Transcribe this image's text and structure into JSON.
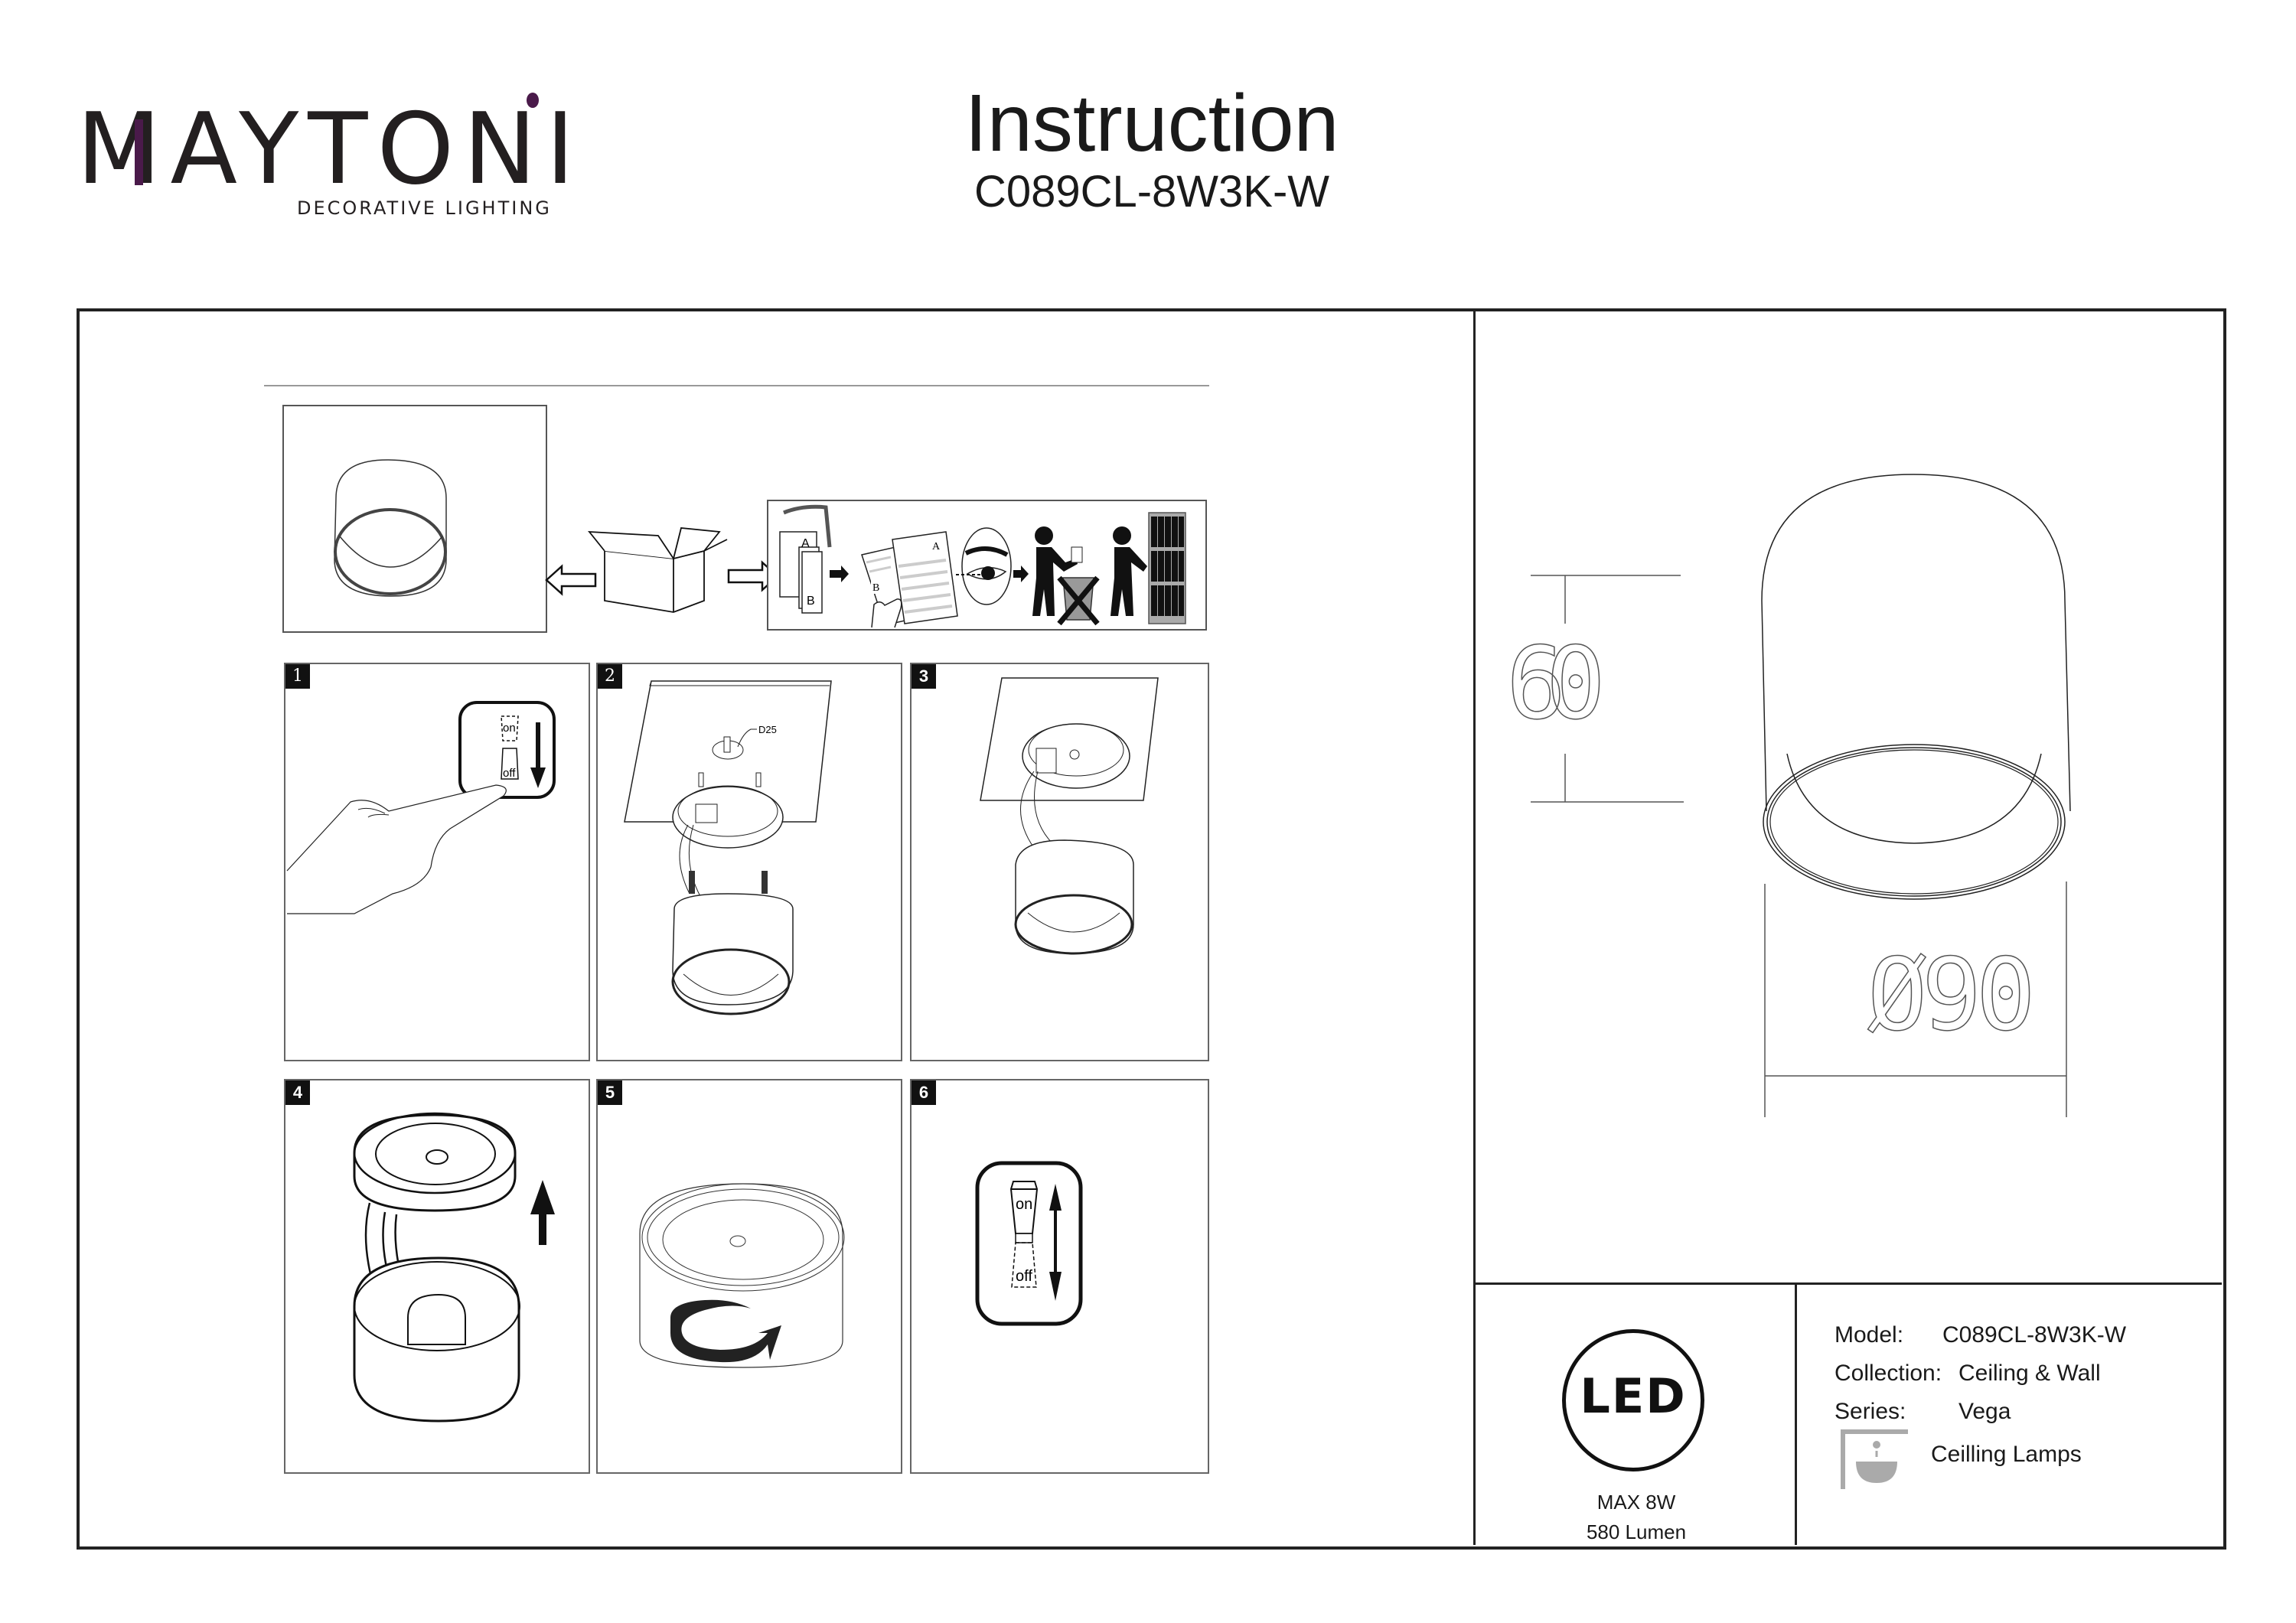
{
  "brand": {
    "name": "MAYTONI",
    "tagline": "DECORATIVE LIGHTING",
    "accent_color": "#4a1a4a"
  },
  "header": {
    "title": "Instruction",
    "model": "C089CL-8W3K-W"
  },
  "unpacking": {
    "doc_labels": [
      "A",
      "B",
      "A",
      "B"
    ]
  },
  "steps": [
    {
      "number": "1",
      "switch_on": "on",
      "switch_off": "off"
    },
    {
      "number": "2",
      "callout": "D25"
    },
    {
      "number": "3"
    },
    {
      "number": "4"
    },
    {
      "number": "5"
    },
    {
      "number": "6",
      "switch_on": "on",
      "switch_off": "off"
    }
  ],
  "dimensions": {
    "height": "60",
    "diameter": "Ø90"
  },
  "led_info": {
    "logo_text": "LED",
    "max_power": "MAX 8W",
    "lumen": "580 Lumen"
  },
  "specs": {
    "model_label": "Model:",
    "model_value": "C089CL-8W3K-W",
    "collection_label": "Collection:",
    "collection_value": "Ceiling & Wall",
    "series_label": "Series:",
    "series_value": "Vega",
    "category": "Ceilling Lamps",
    "category_icon": "ceiling-lamp-icon"
  }
}
